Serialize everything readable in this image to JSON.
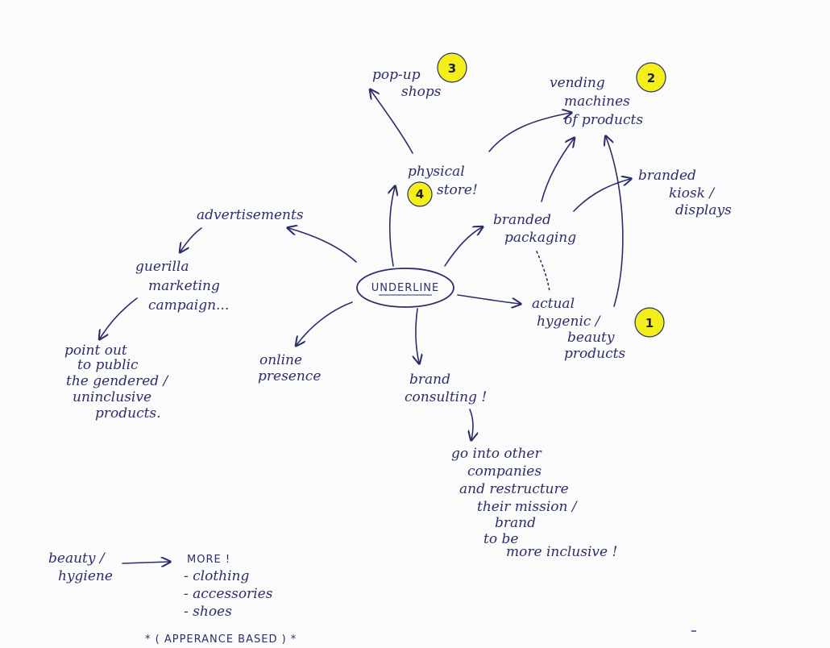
{
  "center": "UNDERLINE",
  "nodes": {
    "popup": [
      "pop-up",
      "shops"
    ],
    "vending": [
      "vending",
      "machines",
      "of products"
    ],
    "physical": [
      "physical",
      "store!"
    ],
    "branded_kiosk": [
      "branded",
      "kiosk /",
      "displays"
    ],
    "branded_packaging": [
      "branded",
      "packaging"
    ],
    "actual_products": [
      "actual",
      "hygenic /",
      "beauty",
      "products"
    ],
    "advertisements": [
      "advertisements"
    ],
    "guerilla": [
      "guerilla",
      "marketing",
      "campaign..."
    ],
    "point_out": [
      "point out",
      "to public",
      "the gendered /",
      "uninclusive",
      "products."
    ],
    "online": [
      "online",
      "presence"
    ],
    "brand_consulting": [
      "brand",
      "consulting !"
    ],
    "go_into": [
      "go into other",
      "companies",
      "and restructure",
      "their mission /",
      "brand",
      "to be",
      "more inclusive !"
    ],
    "beauty_hygiene": [
      "beauty /",
      "hygiene"
    ],
    "more": [
      "MORE !",
      "- clothing",
      "- accessories",
      "- shoes"
    ],
    "appearance": "* ( APPERANCE BASED ) *"
  },
  "badges": {
    "popup": "3",
    "vending": "2",
    "physical": "4",
    "actual": "1"
  }
}
